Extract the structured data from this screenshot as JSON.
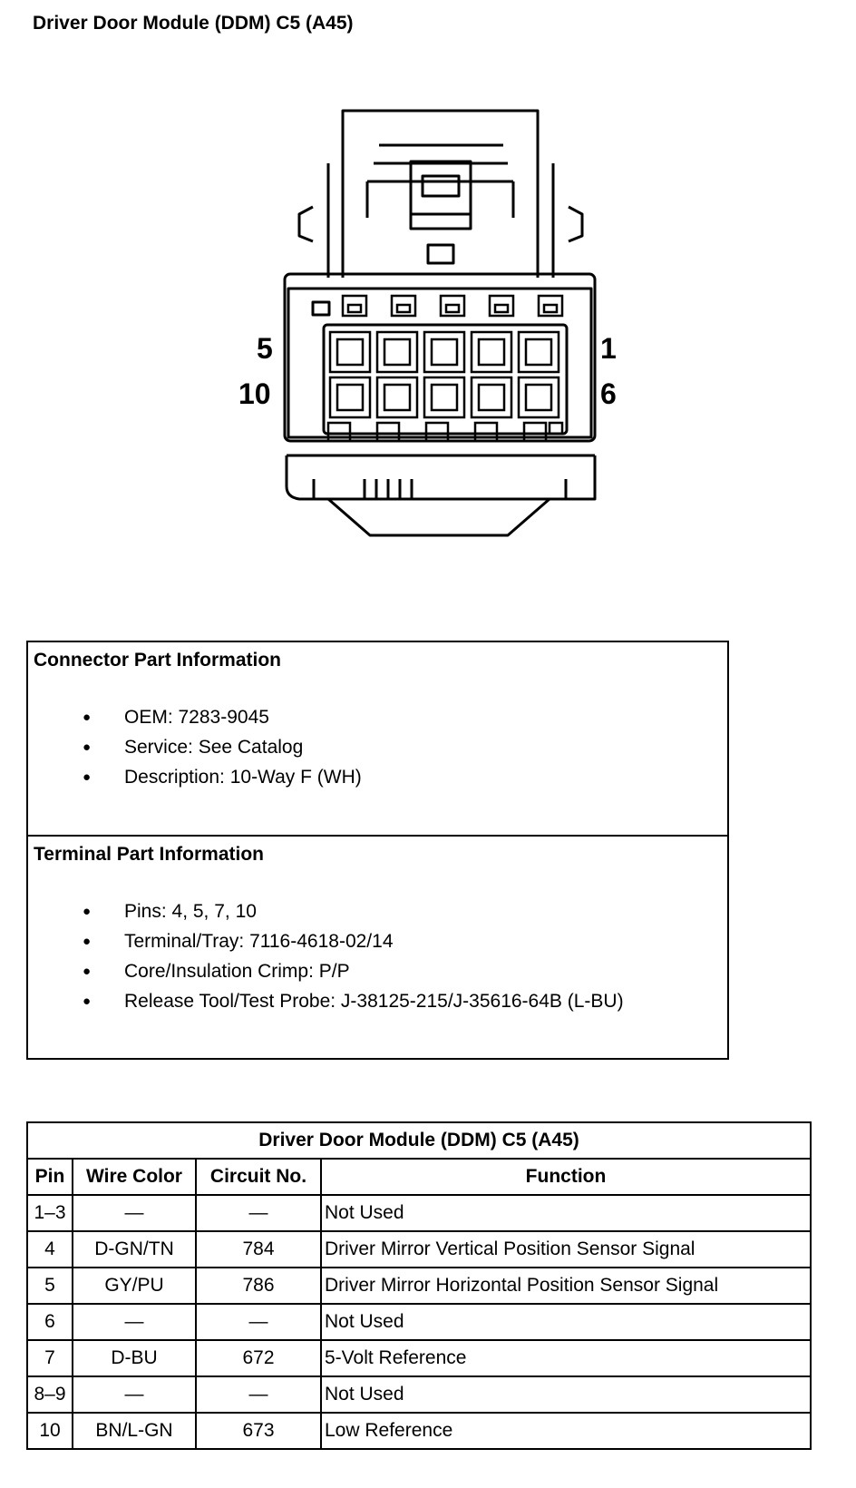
{
  "title": "Driver Door Module (DDM) C5 (A45)",
  "connector": {
    "pin_labels": {
      "top_left": "5",
      "top_right": "1",
      "bottom_left": "10",
      "bottom_right": "6"
    }
  },
  "connector_info": {
    "heading": "Connector Part Information",
    "items": [
      "OEM: 7283-9045",
      "Service: See Catalog",
      "Description: 10-Way F (WH)"
    ]
  },
  "terminal_info": {
    "heading": "Terminal Part Information",
    "items": [
      "Pins: 4, 5, 7, 10",
      "Terminal/Tray: 7116-4618-02/14",
      "Core/Insulation Crimp: P/P",
      "Release Tool/Test Probe: J-38125-215/J-35616-64B (L-BU)"
    ]
  },
  "pin_table": {
    "title": "Driver Door Module (DDM) C5 (A45)",
    "headers": [
      "Pin",
      "Wire Color",
      "Circuit No.",
      "Function"
    ],
    "rows": [
      [
        "1–3",
        "—",
        "—",
        "Not Used"
      ],
      [
        "4",
        "D-GN/TN",
        "784",
        "Driver Mirror Vertical Position Sensor Signal"
      ],
      [
        "5",
        "GY/PU",
        "786",
        "Driver Mirror Horizontal Position Sensor Signal"
      ],
      [
        "6",
        "—",
        "—",
        "Not Used"
      ],
      [
        "7",
        "D-BU",
        "672",
        "5-Volt Reference"
      ],
      [
        "8–9",
        "—",
        "—",
        "Not Used"
      ],
      [
        "10",
        "BN/L-GN",
        "673",
        "Low Reference"
      ]
    ]
  }
}
